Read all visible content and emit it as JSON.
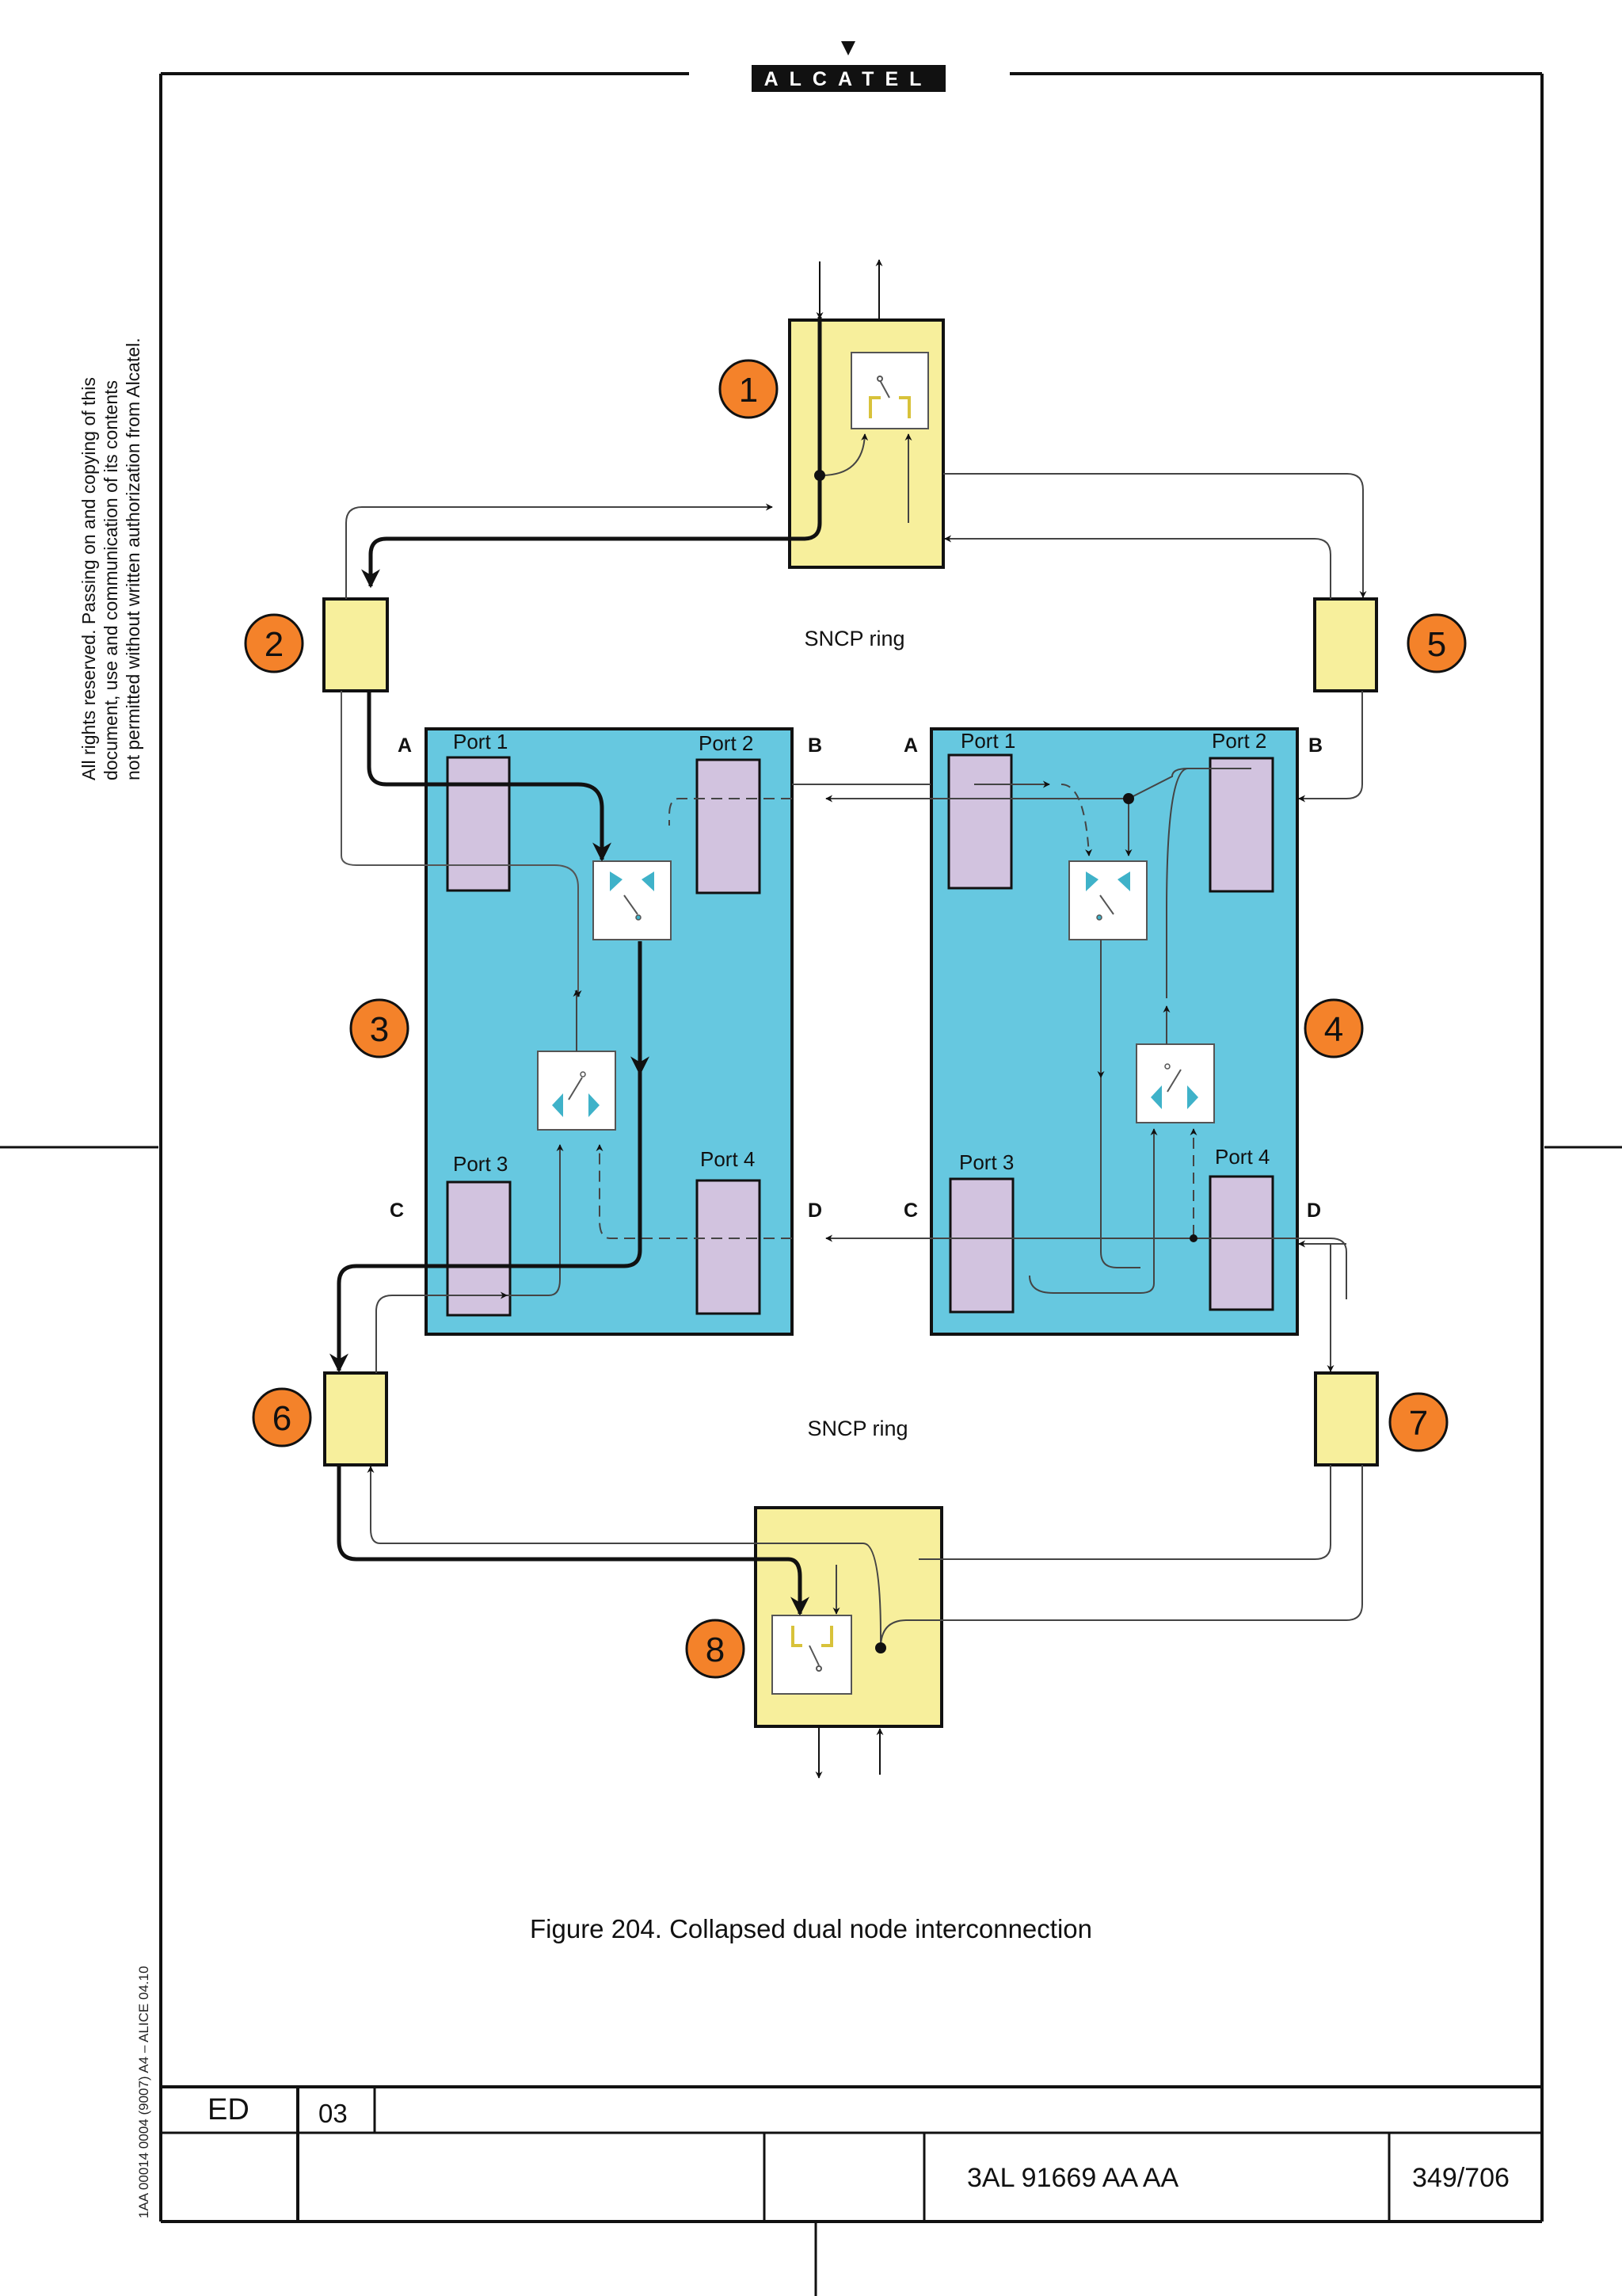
{
  "header": {
    "logo_text": "ALCATEL"
  },
  "side_note": {
    "lines": [
      "All rights reserved. Passing on and copying of this",
      "document, use and communication of its contents",
      "not permitted without written authorization from Alcatel."
    ]
  },
  "footer_code": "1AA 00014 0004 (9007) A4 – ALICE 04.10",
  "diagram": {
    "ring_labels": [
      "SNCP ring",
      "SNCP ring"
    ],
    "node_numbers": [
      "1",
      "2",
      "3",
      "4",
      "5",
      "6",
      "7",
      "8"
    ],
    "left_unit": {
      "ports": [
        "Port 1",
        "Port 2",
        "Port 3",
        "Port 4"
      ],
      "corners": [
        "A",
        "B",
        "C",
        "D"
      ]
    },
    "right_unit": {
      "ports": [
        "Port 1",
        "Port 2",
        "Port 3",
        "Port 4"
      ],
      "corners": [
        "A",
        "B",
        "C",
        "D"
      ]
    },
    "colors": {
      "node_yellow": "#f7ef9c",
      "unit_blue": "#66c8e0",
      "port_lilac": "#d2c3df",
      "badge_orange": "#f4822a",
      "switch_teal": "#3fb2c9"
    }
  },
  "caption": "Figure 204. Collapsed dual node interconnection",
  "title_block": {
    "ed_label": "ED",
    "ed_value": "03",
    "doc_number": "3AL 91669 AA  AA",
    "page": "349/706"
  }
}
